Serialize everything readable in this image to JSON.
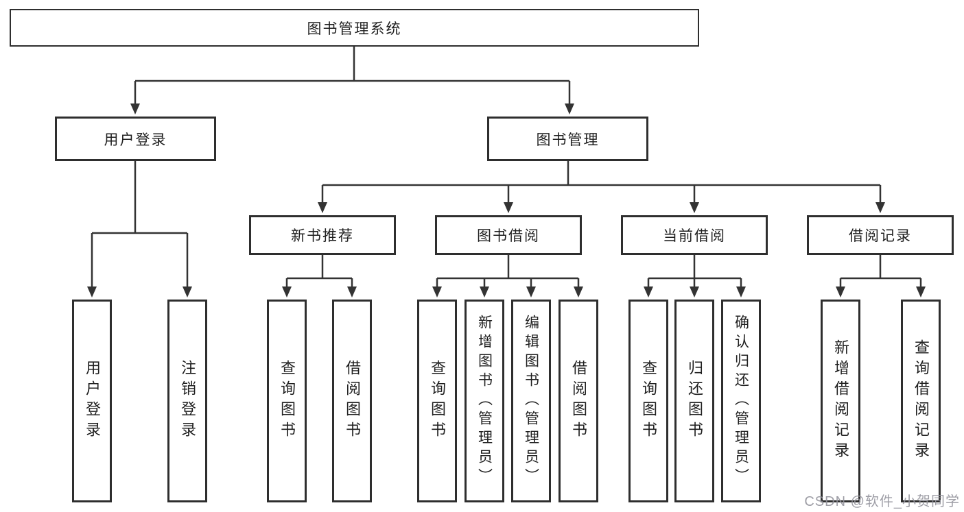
{
  "tree": {
    "root": {
      "label": "图书管理系统"
    },
    "level2": {
      "user_login": {
        "label": "用户登录"
      },
      "book_mgmt": {
        "label": "图书管理"
      }
    },
    "level3": {
      "new_book_rec": {
        "label": "新书推荐"
      },
      "book_borrow": {
        "label": "图书借阅"
      },
      "current_borrow": {
        "label": "当前借阅"
      },
      "borrow_record": {
        "label": "借阅记录"
      }
    },
    "leaves": {
      "user_login": {
        "label": "用户登录"
      },
      "logout": {
        "label": "注销登录"
      },
      "rec_query_book": {
        "label": "查询图书"
      },
      "rec_borrow_book": {
        "label": "借阅图书"
      },
      "bb_query_book": {
        "label": "查询图书"
      },
      "bb_add_book": {
        "label": "新增图书（管理员）"
      },
      "bb_edit_book": {
        "label": "编辑图书（管理员）"
      },
      "bb_borrow_book": {
        "label": "借阅图书"
      },
      "cb_query_book": {
        "label": "查询图书"
      },
      "cb_return_book": {
        "label": "归还图书"
      },
      "cb_confirm_return": {
        "label": "确认归还（管理员）"
      },
      "br_add_record": {
        "label": "新增借阅记录"
      },
      "br_query_record": {
        "label": "查询借阅记录"
      }
    }
  },
  "watermark": "CSDN @软件_小贺同学",
  "colors": {
    "line": "#333333",
    "box_border": "#2e2e2e",
    "text": "#1f1f1f",
    "background": "#ffffff",
    "watermark": "#94949c"
  }
}
